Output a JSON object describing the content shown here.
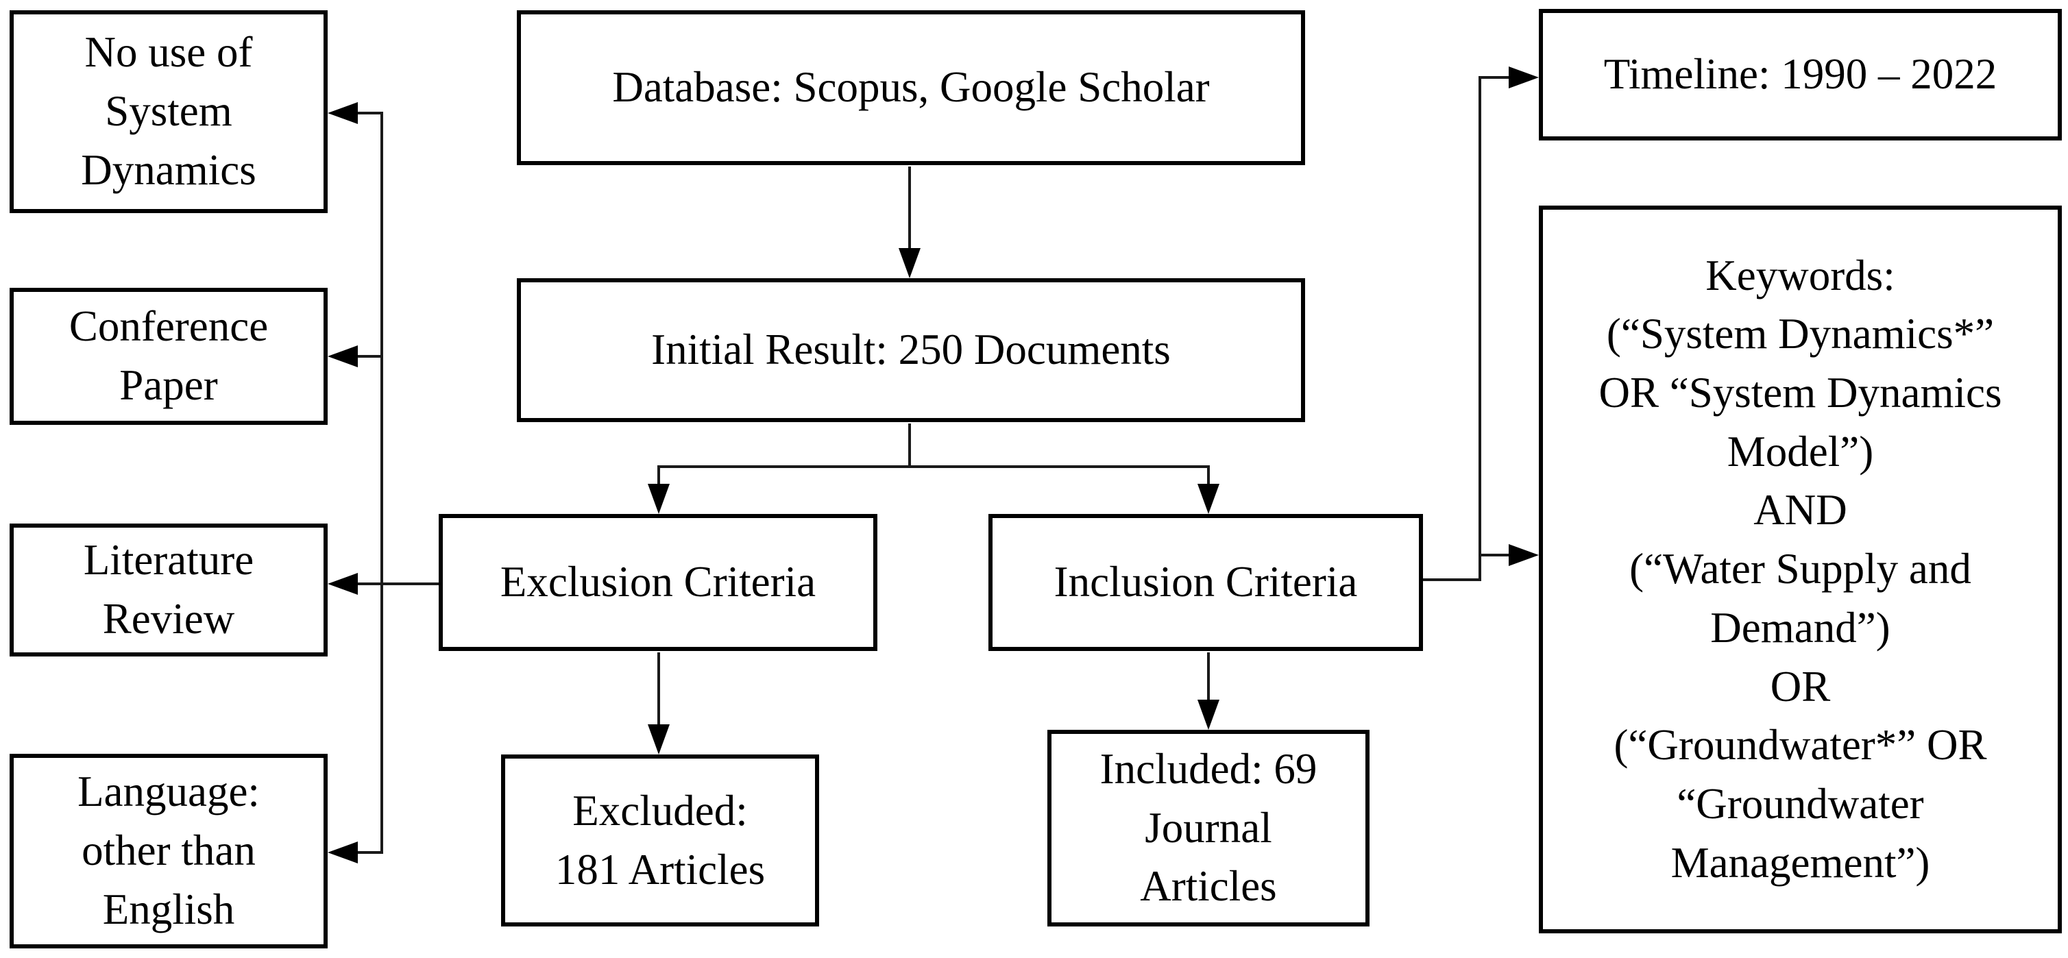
{
  "colors": {
    "box_border": "#000000",
    "background": "#ffffff",
    "connector": "#1a1a1a"
  },
  "boxes": {
    "database": "Database: Scopus, Google Scholar",
    "initial_result": "Initial Result: 250 Documents",
    "exclusion_criteria": "Exclusion Criteria",
    "inclusion_criteria": "Inclusion Criteria",
    "excluded": "Excluded:\n181 Articles",
    "included": "Included: 69\nJournal\nArticles",
    "no_system_dynamics": "No use of\nSystem\nDynamics",
    "conference_paper": "Conference\nPaper",
    "literature_review": "Literature\nReview",
    "language_other_than_english": "Language:\nother than\nEnglish",
    "timeline": "Timeline: 1990 – 2022",
    "keywords": "Keywords:\n(“System Dynamics*”\nOR “System Dynamics\nModel”)\nAND\n(“Water Supply and\nDemand”)\nOR\n(“Groundwater*” OR\n“Groundwater\nManagement”)"
  },
  "connections": [
    {
      "from": "database",
      "to": "initial_result"
    },
    {
      "from": "initial_result",
      "to": "exclusion_criteria"
    },
    {
      "from": "initial_result",
      "to": "inclusion_criteria"
    },
    {
      "from": "exclusion_criteria",
      "to": "excluded"
    },
    {
      "from": "inclusion_criteria",
      "to": "included"
    },
    {
      "from": "exclusion_criteria",
      "to": "no_system_dynamics"
    },
    {
      "from": "exclusion_criteria",
      "to": "conference_paper"
    },
    {
      "from": "exclusion_criteria",
      "to": "literature_review"
    },
    {
      "from": "exclusion_criteria",
      "to": "language_other_than_english"
    },
    {
      "from": "inclusion_criteria",
      "to": "timeline"
    },
    {
      "from": "inclusion_criteria",
      "to": "keywords"
    }
  ]
}
